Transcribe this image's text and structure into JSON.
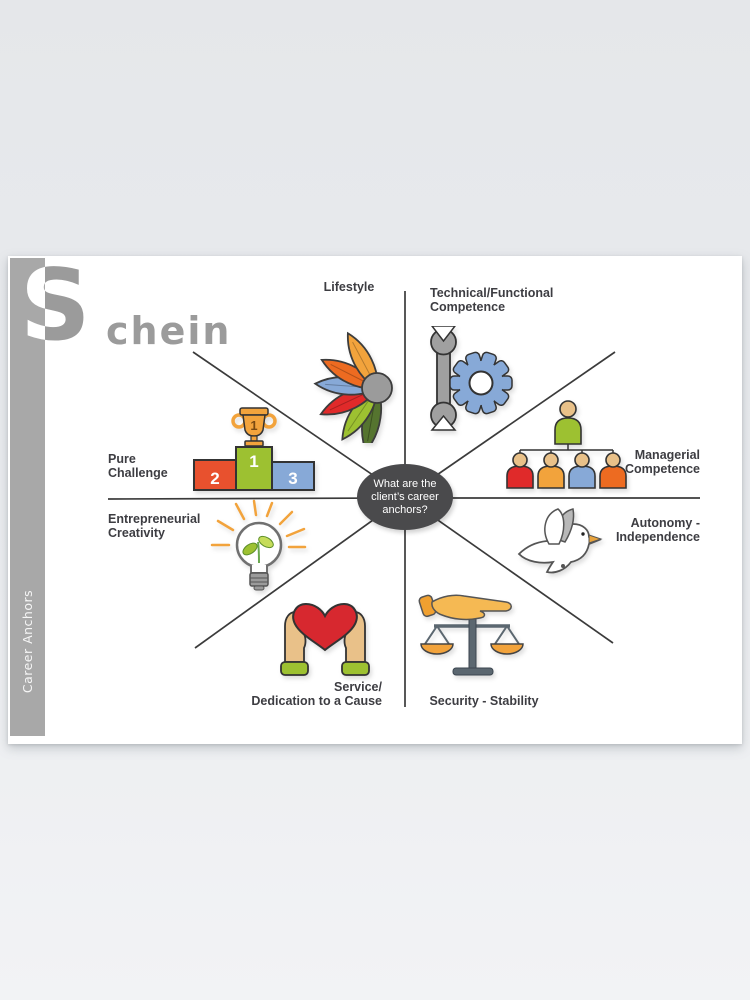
{
  "poster": {
    "brand": {
      "initial": "S",
      "name_rest": "chein"
    },
    "sidebar": {
      "vertical_label": "Career Anchors"
    },
    "center_question": {
      "line1": "What are the",
      "line2": "client’s career",
      "line3": "anchors?"
    },
    "anchors": {
      "lifestyle": {
        "label": "Lifestyle"
      },
      "technical": {
        "line1": "Technical/Functional",
        "line2": "Competence"
      },
      "managerial": {
        "line1": "Managerial",
        "line2": "Competence"
      },
      "autonomy": {
        "line1": "Autonomy -",
        "line2": "Independence"
      },
      "security": {
        "label": "Security - Stability"
      },
      "service": {
        "line1": "Service/",
        "line2": "Dedication to a Cause"
      },
      "entrepreneurial": {
        "line1": "Entrepreneurial",
        "line2": "Creativity"
      },
      "pure_challenge": {
        "line1": "Pure",
        "line2": "Challenge"
      }
    },
    "podium": {
      "first": "1",
      "second": "2",
      "third": "3",
      "trophy_rank": "1"
    },
    "icons": {
      "lifestyle": "feather-fan-icon",
      "technical": "wrench-gear-icon",
      "managerial": "org-chart-icon",
      "autonomy": "dove-icon",
      "security": "hand-scales-icon",
      "service": "hands-heart-icon",
      "entrepreneurial": "lightbulb-sprout-icon",
      "pure_challenge": "winners-podium-icon"
    },
    "colors": {
      "amber": "#f2a33c",
      "orange": "#ed6b21",
      "red": "#e02a2a",
      "blue": "#87a9d7",
      "green": "#9dc131",
      "dark_green": "#55742f",
      "gray": "#9b9b9b",
      "skin": "#e9c189",
      "heart_red": "#d7282f",
      "steel": "#5b6770",
      "ellipse_fill": "#4a4a4c",
      "text": "#3d3d42"
    }
  }
}
